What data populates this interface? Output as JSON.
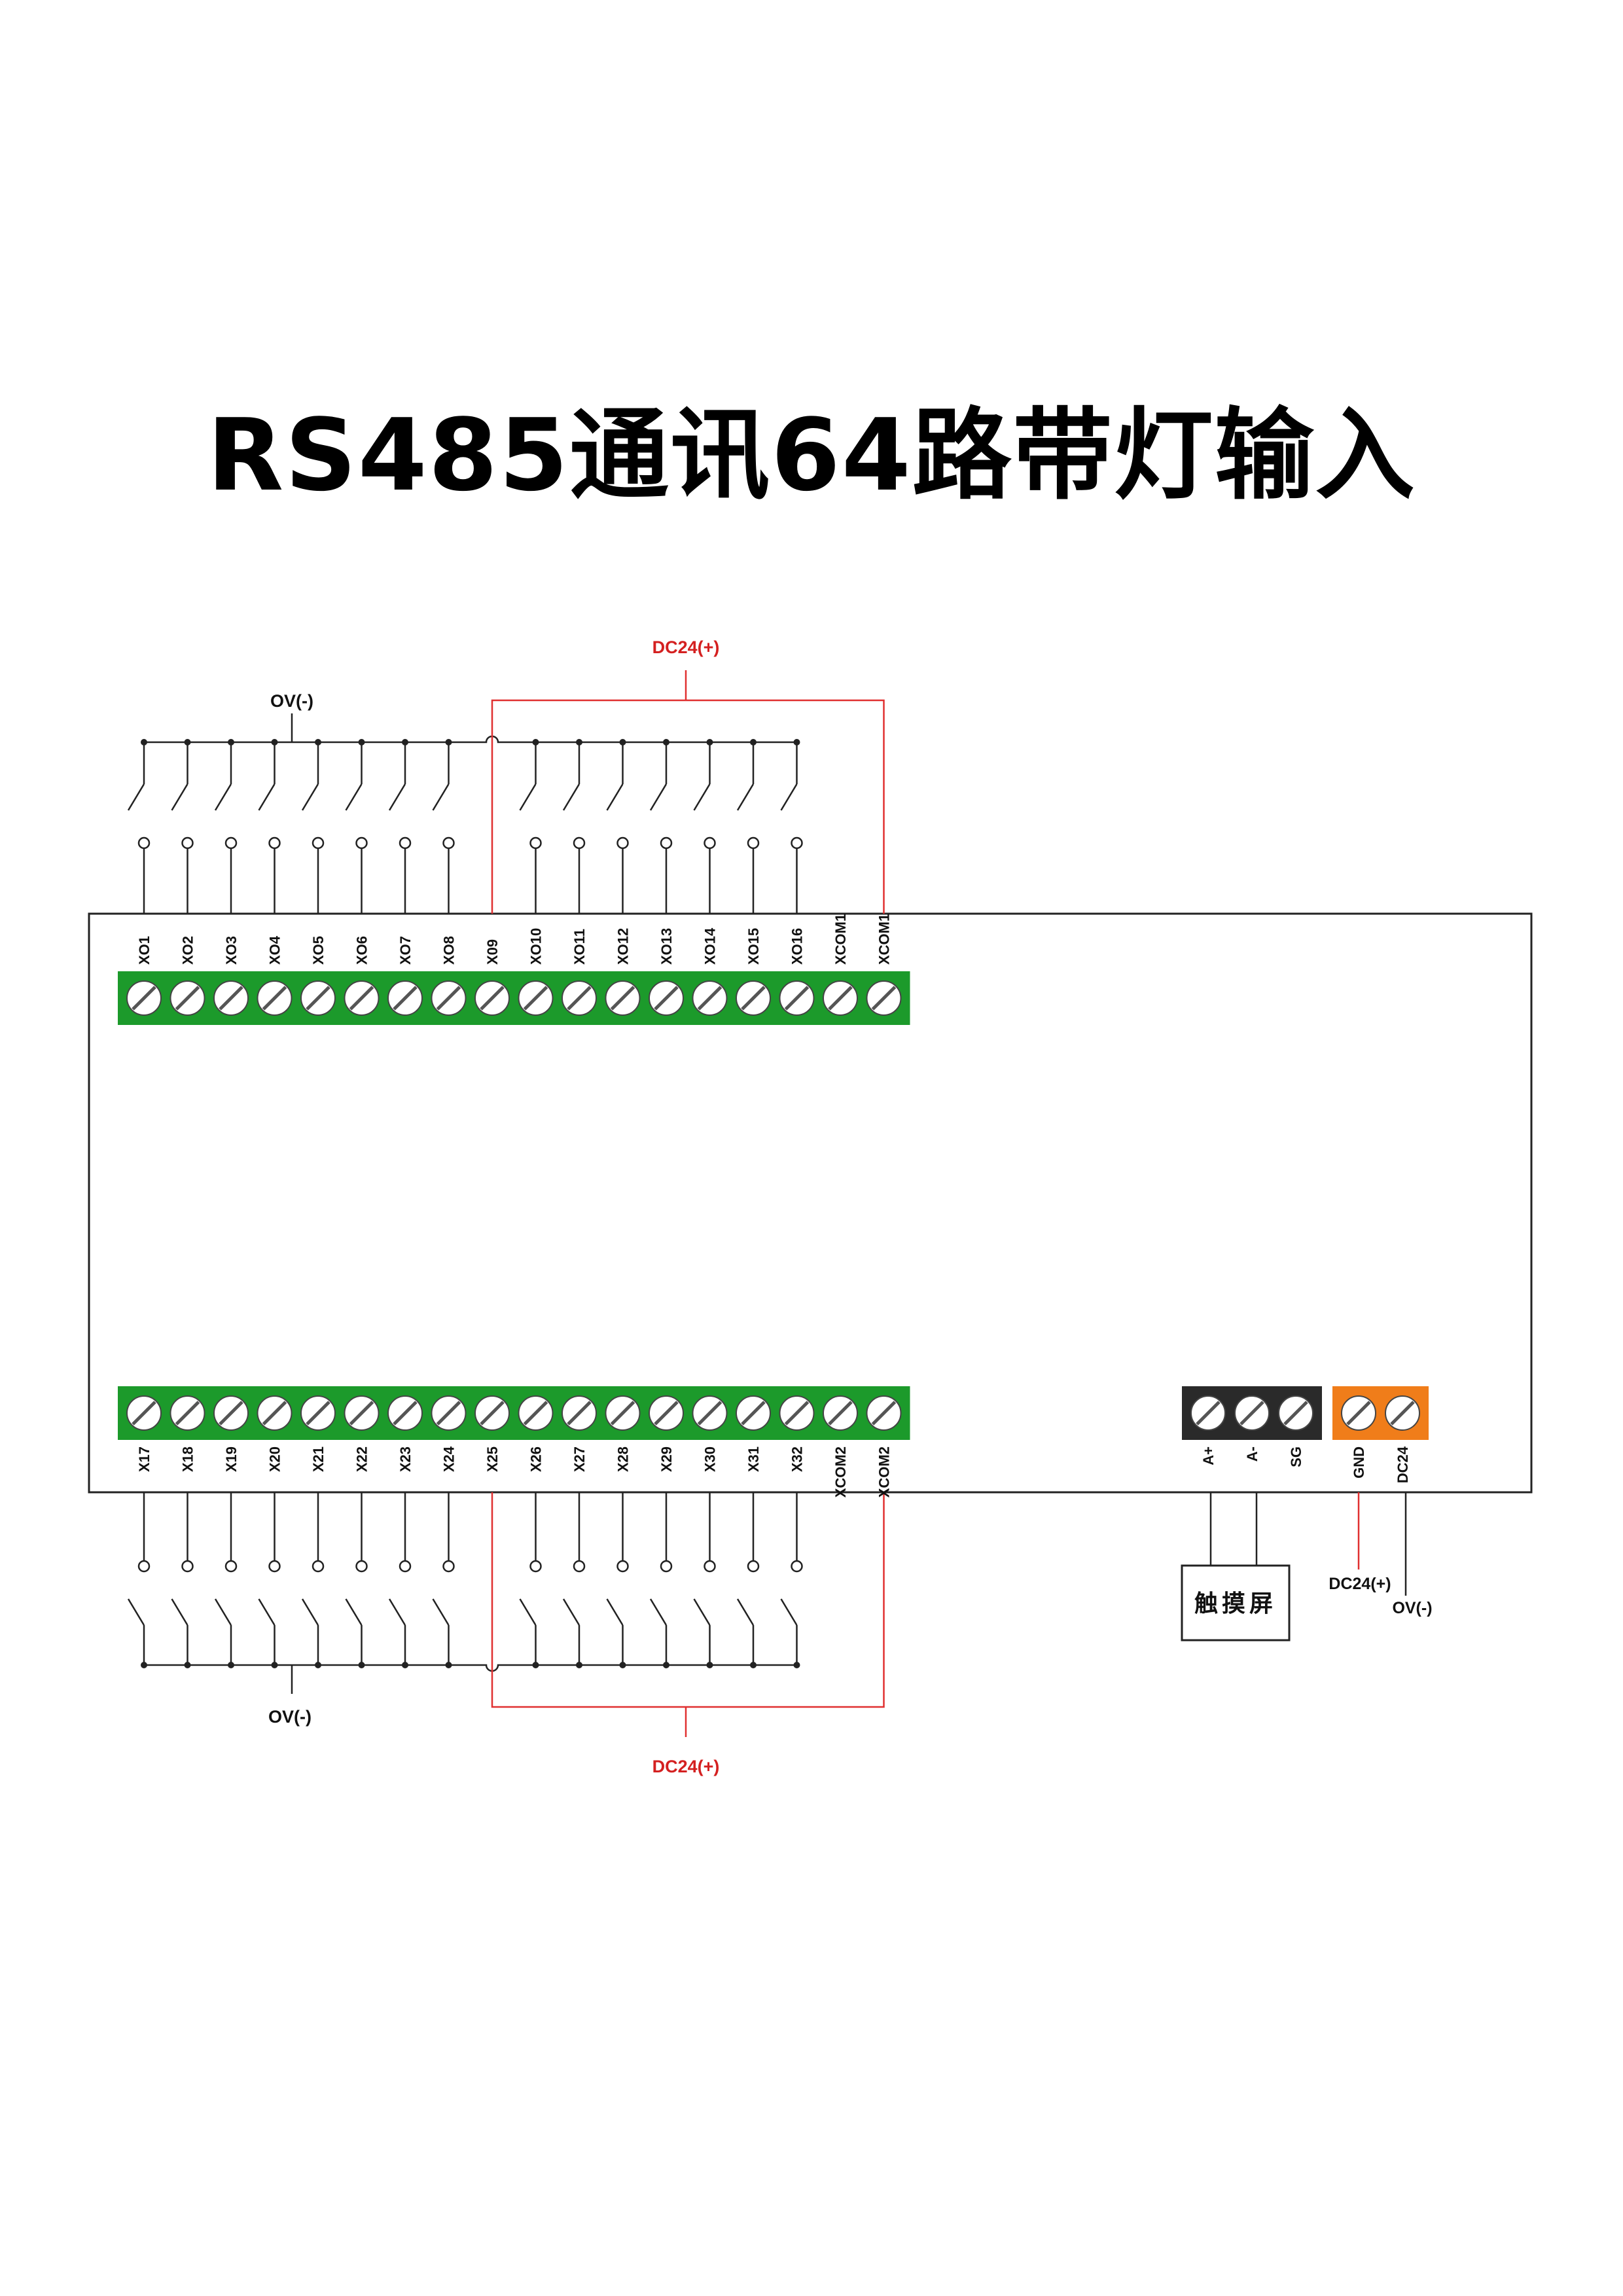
{
  "title": "RS485通讯64路带灯输入",
  "colors": {
    "terminal_green": "#1c9a2b",
    "terminal_black": "#2a2a2a",
    "terminal_orange": "#f07d1a",
    "wire_red": "#e03030",
    "label_red": "#d42020",
    "line": "#222222"
  },
  "top_row": {
    "labels": [
      "XO1",
      "XO2",
      "XO3",
      "XO4",
      "XO5",
      "XO6",
      "XO7",
      "XO8",
      "X09",
      "XO10",
      "XO11",
      "XO12",
      "XO13",
      "XO14",
      "XO15",
      "XO16",
      "XCOM1",
      "XCOM1"
    ],
    "common_label": "OV(-)",
    "supply_label": "DC24(+)"
  },
  "bottom_row": {
    "labels": [
      "X17",
      "X18",
      "X19",
      "X20",
      "X21",
      "X22",
      "X23",
      "X24",
      "X25",
      "X26",
      "X27",
      "X28",
      "X29",
      "X30",
      "X31",
      "X32",
      "XCOM2",
      "XCOM2"
    ],
    "common_label": "OV(-)",
    "supply_label": "DC24(+)"
  },
  "rs485": {
    "labels": [
      "A+",
      "A-",
      "SG"
    ],
    "device_label": "触摸屏"
  },
  "power": {
    "labels": [
      "GND",
      "DC24"
    ],
    "plus_label": "DC24(+)",
    "minus_label": "OV(-)"
  }
}
